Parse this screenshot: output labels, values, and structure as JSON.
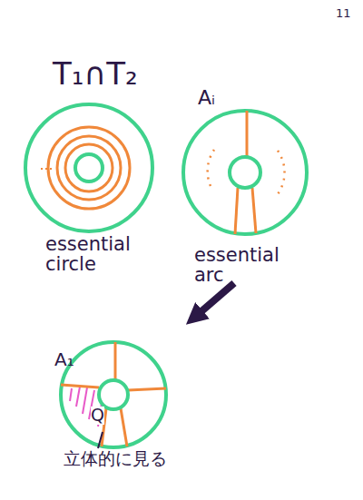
{
  "diagram": {
    "title": "T₁∩T₂",
    "labels": [
      "11",
      "essential circle",
      "Aᵢ",
      "essential arc",
      "A₁",
      "Q",
      "立体的に見る"
    ]
  }
}
